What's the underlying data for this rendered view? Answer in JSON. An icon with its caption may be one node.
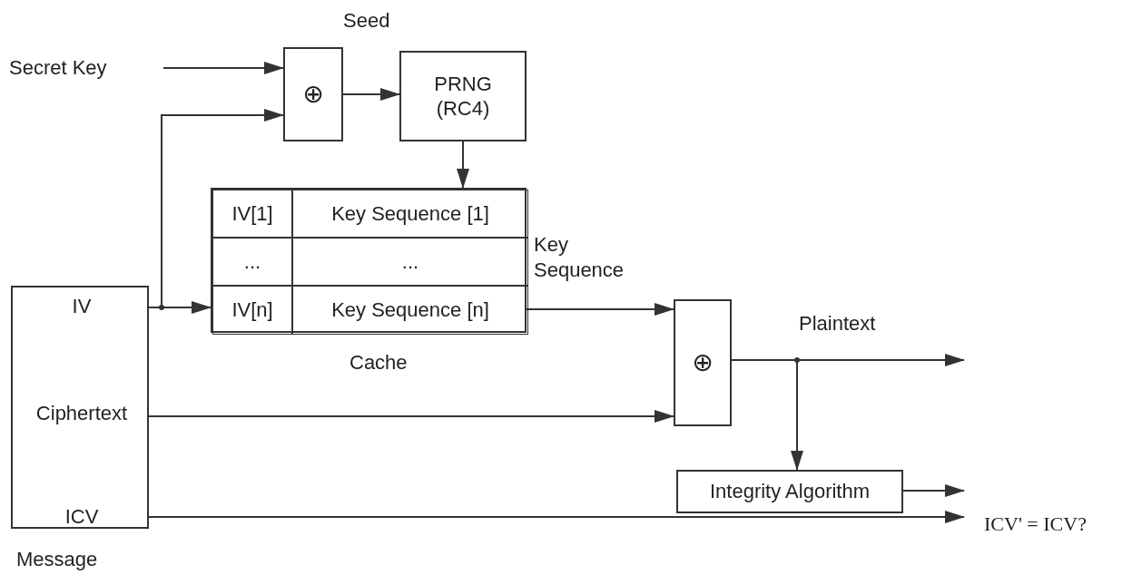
{
  "diagram": {
    "nodes": [
      {
        "text": [
          "Secret Key"
        ]
      },
      {
        "text": [
          "⊕"
        ]
      },
      {
        "text": [
          "PRNG (RC4)"
        ]
      },
      {
        "text": [],
        "shape": "box",
        "beside": [
          "Cache"
        ]
      },
      {
        "text": [
          "IV[1]"
        ],
        "in": 3
      },
      {
        "text": [
          "Key Sequence [1]"
        ],
        "in": 3
      },
      {
        "text": [
          "..."
        ],
        "in": 3
      },
      {
        "text": [
          "..."
        ],
        "in": 3
      },
      {
        "text": [
          "IV[n]"
        ],
        "in": 3
      },
      {
        "text": [
          "Key Sequence [n]"
        ],
        "in": 3
      },
      {
        "text": [],
        "shape": "box",
        "beside": [
          "Message"
        ]
      },
      {
        "text": [
          "IV"
        ],
        "in": 10
      },
      {
        "text": [
          "Ciphertext"
        ],
        "in": 10
      },
      {
        "text": [
          "ICV"
        ],
        "in": 10
      },
      {
        "text": [
          "⊕"
        ]
      },
      {
        "text": [
          "Integrity Algorithm"
        ]
      },
      {
        "text": [
          "ICV' = ICV?"
        ]
      }
    ],
    "edges": [
      {
        "from": 0,
        "to": 1,
        "arrow": "to"
      },
      {
        "from": 11,
        "to": 1,
        "arrow": "to"
      },
      {
        "from": 11,
        "to": 8,
        "arrow": "to"
      },
      {
        "from": 1,
        "to": 2,
        "arrow": "to"
      },
      {
        "from": 2,
        "to": 3,
        "arrow": "to"
      },
      {
        "from": 9,
        "to": 14,
        "arrow": "to",
        "label": "Key Sequence"
      },
      {
        "from": 12,
        "to": 14,
        "arrow": "to"
      },
      {
        "from": 14,
        "to": null,
        "arrow": "to",
        "label": "Plaintext"
      },
      {
        "from": 14,
        "to": 15,
        "arrow": "to"
      },
      {
        "from": 15,
        "to": 16,
        "arrow": "to"
      },
      {
        "from": 13,
        "to": 16,
        "arrow": "to"
      }
    ],
    "labels": [
      "Seed"
    ]
  }
}
